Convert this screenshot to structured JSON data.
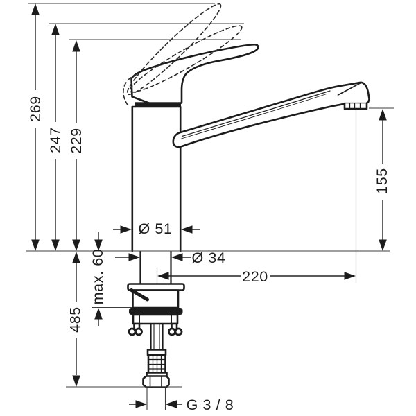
{
  "dimensions": {
    "overall_height": "269",
    "handle_raised_height": "247",
    "closed_height": "229",
    "spout_height": "155",
    "base_diameter": "Ø 51",
    "shank_diameter": "Ø 34",
    "spout_reach": "220",
    "max_deck_thickness": "max. 60",
    "connection_length": "485",
    "thread_size": "G 3 / 8"
  },
  "colors": {
    "line": "#1c1c1c",
    "background": "#ffffff"
  }
}
